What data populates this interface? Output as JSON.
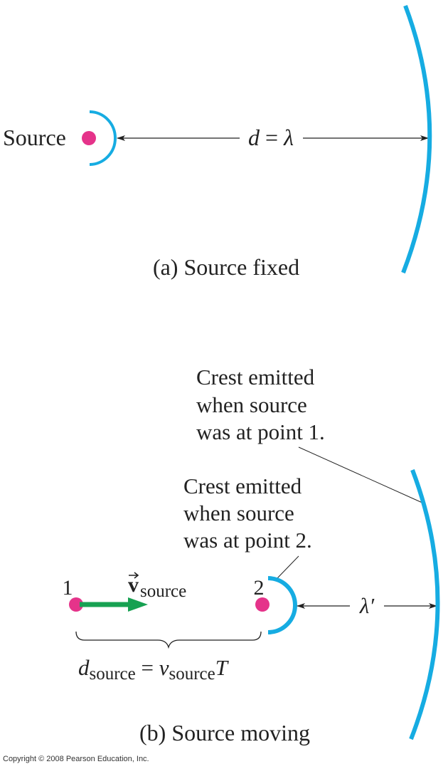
{
  "colors": {
    "wave": "#16ace2",
    "source_dot": "#e5338a",
    "velocity_arrow": "#17a152",
    "line": "#222222"
  },
  "part_a": {
    "source_label": "Source",
    "distance_d": "d",
    "equals": " = ",
    "lambda": "λ",
    "caption": "(a) Source fixed"
  },
  "part_b": {
    "crest1_lines": [
      "Crest emitted",
      "when source",
      "was at point 1."
    ],
    "crest2_lines": [
      "Crest emitted",
      "when source",
      "was at point 2."
    ],
    "point1": "1",
    "point2": "2",
    "velocity_v": "v",
    "velocity_sub": "source",
    "lambda_prime": "λ′",
    "dsource_d": "d",
    "dsource_sub": "source",
    "equals": " = ",
    "v_sym": "v",
    "v_sub": "source",
    "period": "T",
    "caption": "(b) Source moving"
  },
  "copyright": "Copyright © 2008 Pearson Education, Inc."
}
